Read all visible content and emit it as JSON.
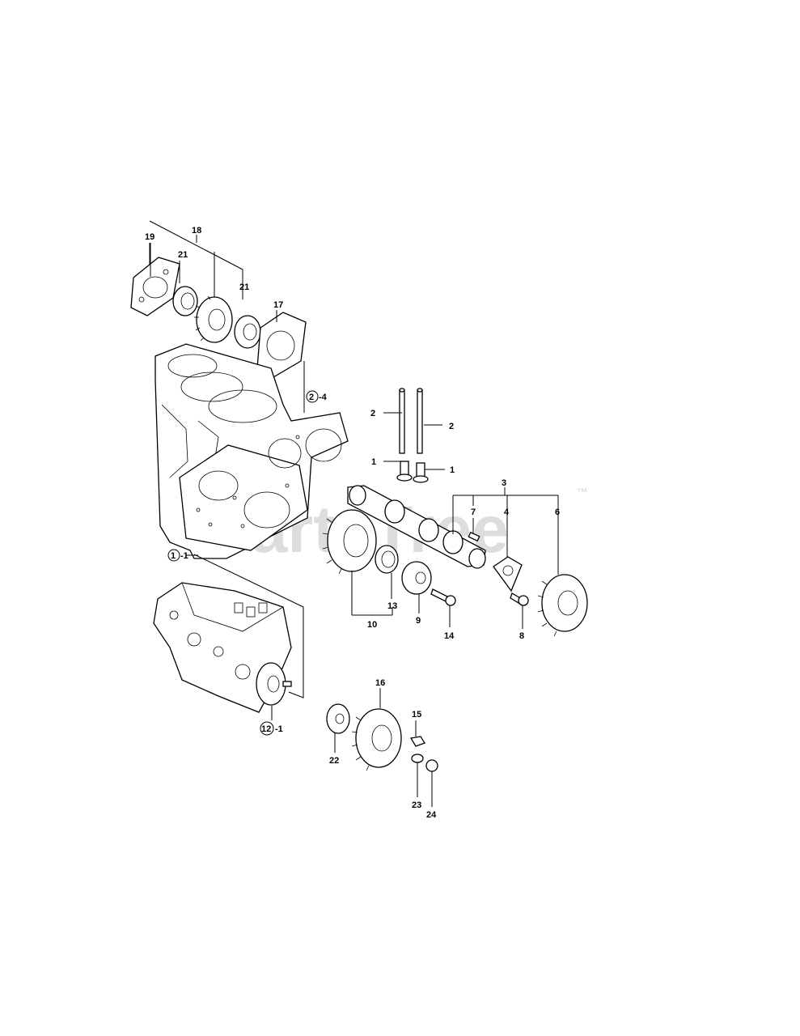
{
  "watermark": {
    "brand": "PartsTree",
    "mark": "™"
  },
  "callouts": [
    {
      "id": "c18",
      "text": "18"
    },
    {
      "id": "c19",
      "text": "19"
    },
    {
      "id": "c21a",
      "text": "21"
    },
    {
      "id": "c21b",
      "text": "21"
    },
    {
      "id": "c17",
      "text": "17"
    },
    {
      "id": "c2-4",
      "text": "2",
      "suffix": "-4",
      "circled": true
    },
    {
      "id": "c2a",
      "text": "2"
    },
    {
      "id": "c2b",
      "text": "2"
    },
    {
      "id": "c1a",
      "text": "1"
    },
    {
      "id": "c1b",
      "text": "1"
    },
    {
      "id": "c3",
      "text": "3"
    },
    {
      "id": "c7",
      "text": "7"
    },
    {
      "id": "c4",
      "text": "4"
    },
    {
      "id": "c6",
      "text": "6"
    },
    {
      "id": "c1-1",
      "text": "1",
      "suffix": "-1",
      "circled": true
    },
    {
      "id": "c13",
      "text": "13"
    },
    {
      "id": "c9",
      "text": "9"
    },
    {
      "id": "c14",
      "text": "14"
    },
    {
      "id": "c10",
      "text": "10"
    },
    {
      "id": "c8",
      "text": "8"
    },
    {
      "id": "c12-1",
      "text": "12",
      "suffix": "-1",
      "circled": true
    },
    {
      "id": "c16",
      "text": "16"
    },
    {
      "id": "c15",
      "text": "15"
    },
    {
      "id": "c22",
      "text": "22"
    },
    {
      "id": "c23",
      "text": "23"
    },
    {
      "id": "c24",
      "text": "24"
    }
  ]
}
